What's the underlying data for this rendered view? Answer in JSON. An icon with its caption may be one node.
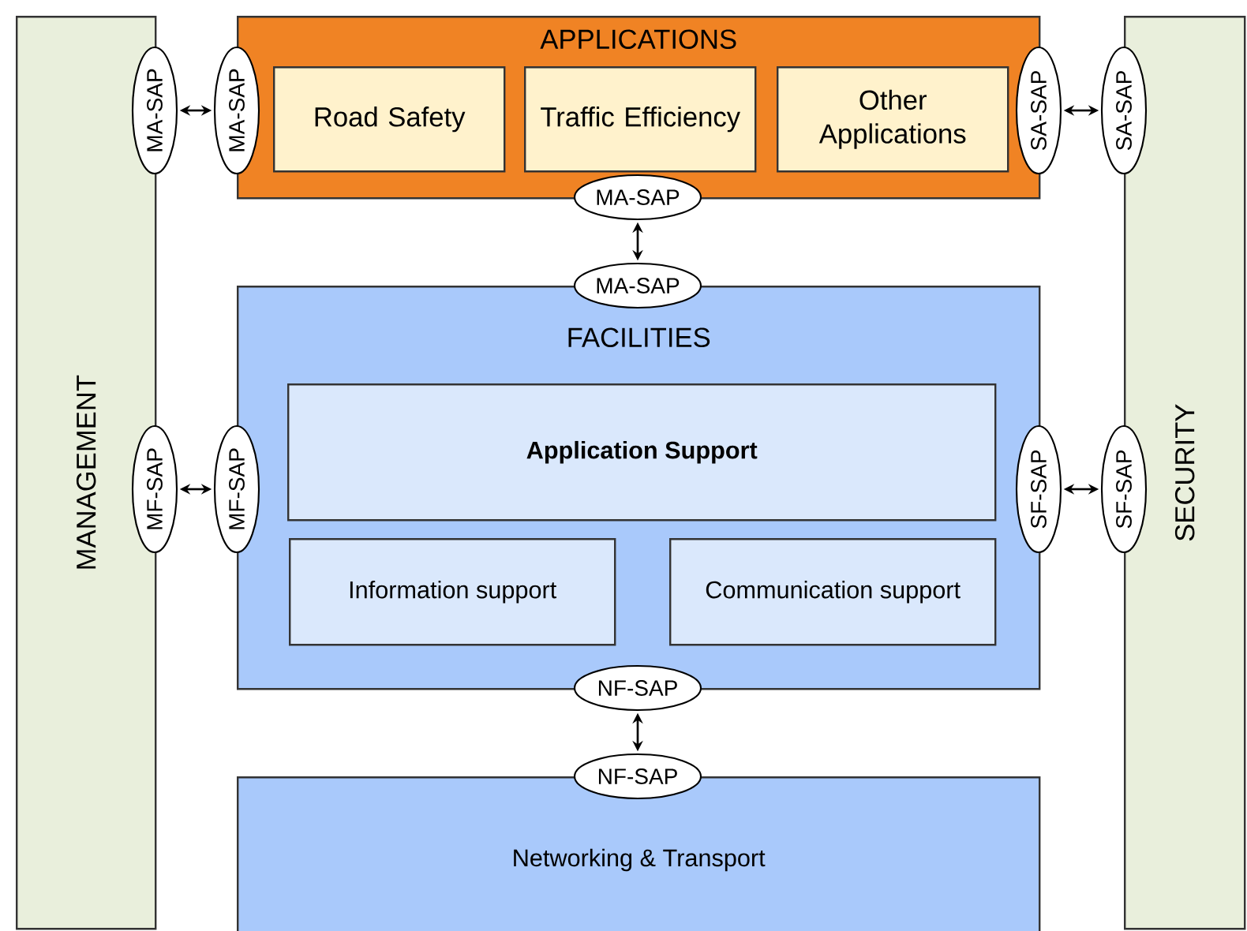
{
  "diagram": {
    "nodes": [
      {
        "text": [
          "MANAGEMENT"
        ]
      },
      {
        "text": [
          "APPLICATIONS"
        ]
      },
      {
        "text": [
          "Road Safety"
        ],
        "in": 1
      },
      {
        "text": [
          "Traffic Efficiency"
        ],
        "in": 1
      },
      {
        "text": [
          "Other Applications"
        ],
        "in": 1
      },
      {
        "text": [
          "FACILITIES"
        ]
      },
      {
        "text": [
          "Application Support"
        ],
        "in": 5
      },
      {
        "text": [
          "Information support"
        ],
        "in": 5
      },
      {
        "text": [
          "Communication support"
        ],
        "in": 5
      },
      {
        "text": [
          "Networking & Transport"
        ]
      },
      {
        "text": [
          "SECURITY"
        ]
      },
      {
        "text": [
          "MA-SAP"
        ]
      },
      {
        "text": [
          "MA-SAP"
        ]
      },
      {
        "text": [
          "SA-SAP"
        ]
      },
      {
        "text": [
          "SA-SAP"
        ]
      },
      {
        "text": [
          "MA-SAP"
        ]
      },
      {
        "text": [
          "MA-SAP"
        ]
      },
      {
        "text": [
          "MF-SAP"
        ]
      },
      {
        "text": [
          "MF-SAP"
        ]
      },
      {
        "text": [
          "SF-SAP"
        ]
      },
      {
        "text": [
          "SF-SAP"
        ]
      },
      {
        "text": [
          "NF-SAP"
        ]
      },
      {
        "text": [
          "NF-SAP"
        ]
      }
    ],
    "edges": [
      {
        "from": 11,
        "to": 12,
        "arrow": "both"
      },
      {
        "from": 13,
        "to": 14,
        "arrow": "both"
      },
      {
        "from": 15,
        "to": 16,
        "arrow": "both"
      },
      {
        "from": 17,
        "to": 18,
        "arrow": "both"
      },
      {
        "from": 19,
        "to": 20,
        "arrow": "both"
      },
      {
        "from": 21,
        "to": 22,
        "arrow": "both"
      }
    ]
  }
}
